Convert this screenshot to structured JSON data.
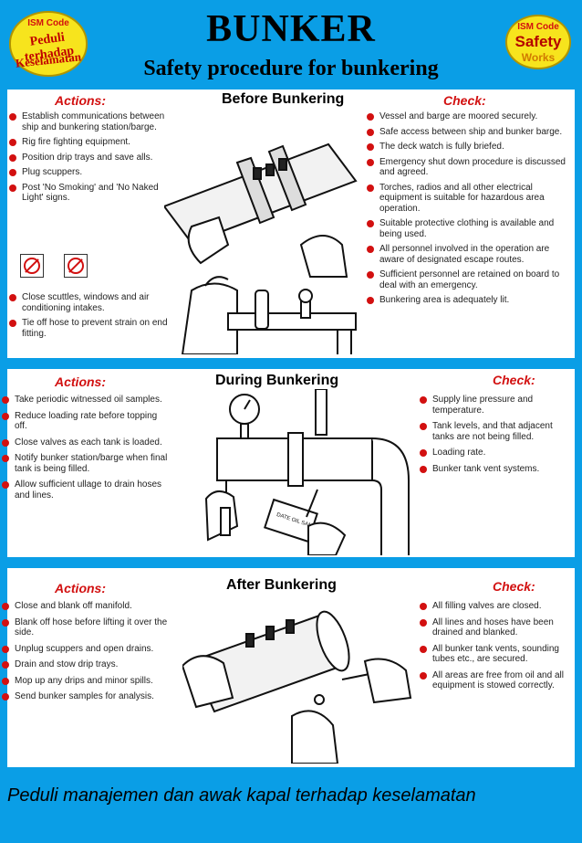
{
  "header": {
    "title": "BUNKER",
    "subtitle": "Safety procedure for bunkering",
    "badge_left": {
      "top": "ISM Code",
      "mid": "Peduli terhadap",
      "bot": "Keselamatan"
    },
    "badge_right": {
      "top": "ISM Code",
      "mid": "Safety",
      "bot": "Works"
    }
  },
  "labels": {
    "actions": "Actions:",
    "check": "Check:"
  },
  "before": {
    "title": "Before Bunkering",
    "actions_top": [
      "Establish communications between ship and bunkering station/barge.",
      "Rig fire fighting equipment.",
      "Position drip trays and save alls.",
      "Plug scuppers.",
      "Post 'No Smoking' and 'No Naked Light' signs."
    ],
    "actions_bottom": [
      "Close scuttles, windows and air conditioning intakes.",
      "Tie off hose to prevent strain on end fitting."
    ],
    "checks": [
      "Vessel and barge are moored securely.",
      "Safe access between ship and bunker barge.",
      "The deck watch is fully briefed.",
      "Emergency shut down procedure is discussed and agreed.",
      "Torches, radios and all other electrical equipment is suitable for hazardous area operation.",
      "Suitable protective clothing is available and being used.",
      "All personnel involved in the operation are aware of designated escape routes.",
      "Sufficient personnel are retained on board to deal with an emergency.",
      "Bunkering area is adequately lit."
    ]
  },
  "during": {
    "title": "During Bunkering",
    "actions": [
      "Take periodic witnessed oil samples.",
      "Reduce loading rate before topping off.",
      "Close valves as each tank is loaded.",
      "Notify bunker station/barge when final tank is being filled.",
      "Allow sufficient ullage to drain hoses and lines."
    ],
    "checks": [
      "Supply line pressure and temperature.",
      "Tank levels, and that adjacent tanks are not being filled.",
      "Loading rate.",
      "Bunker tank vent systems."
    ],
    "tag_text": "DATE OIL SAMPLE"
  },
  "after": {
    "title": "After Bunkering",
    "actions": [
      "Close and blank off manifold.",
      "Blank off hose before lifting it over the side.",
      "Unplug scuppers and open drains.",
      "Drain and stow drip trays.",
      "Mop up any drips and minor spills.",
      "Send bunker samples for analysis."
    ],
    "checks": [
      "All filling valves are closed.",
      "All lines and hoses have been drained and blanked.",
      "All bunker tank vents, sounding tubes etc., are secured.",
      "All areas are free from oil and all equipment is stowed correctly."
    ]
  },
  "footer": {
    "text": "Peduli manajemen dan awak kapal terhadap keselamatan"
  },
  "colors": {
    "background": "#0a9ee6",
    "bullet": "#d21010",
    "badge": "#f7e41d"
  }
}
